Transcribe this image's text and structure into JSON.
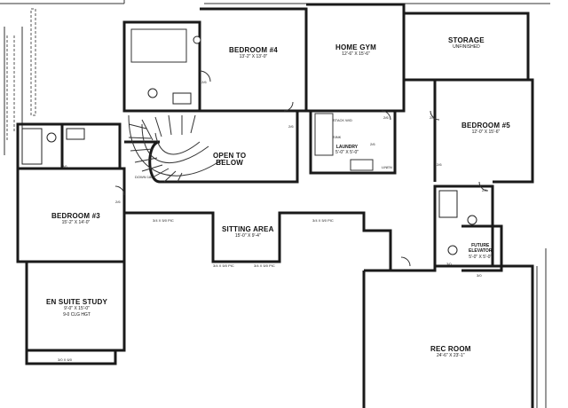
{
  "rooms": {
    "bedroom4": {
      "name": "BEDROOM #4",
      "dims": "13'-2\" X 13'-0\""
    },
    "home_gym": {
      "name": "HOME GYM",
      "dims": "12'-6\" X 15'-6\""
    },
    "storage": {
      "name": "STORAGE",
      "dims": "UNFINISHED"
    },
    "bedroom5": {
      "name": "BEDROOM #5",
      "dims": "12'-0\" X 15'-6\""
    },
    "open_below": {
      "name": "OPEN TO",
      "name2": "BELOW"
    },
    "bedroom3": {
      "name": "BEDROOM #3",
      "dims": "15'-2\" X 14'-0\""
    },
    "sitting_area": {
      "name": "SITTING AREA",
      "dims": "15'-0\" X 9'-4\""
    },
    "en_suite_study": {
      "name": "EN SUITE STUDY",
      "dims": "9'-0\" X 15'-0\"",
      "dims2": "9-0 CLG HGT"
    },
    "laundry": {
      "name": "LAUNDRY",
      "dims": "5'-0\" X 5'-0\""
    },
    "rec_room": {
      "name": "REC ROOM",
      "dims": "24'-6\" X 23'-1\""
    },
    "elevator": {
      "name": "FUTURE",
      "name2": "ELEVATOR",
      "dims": "5'-0\" X 5'-0\""
    }
  },
  "tags": {
    "t1": "2/6",
    "t2": "2/6",
    "t3": "2/6",
    "t4": "2/6",
    "t5": "2/6",
    "t6": "2/6",
    "t7": "2/6",
    "t8": "2/6",
    "t9": "3/0",
    "t10": "3/0",
    "down": "DOWN 18R",
    "linen": "LINEN",
    "stack_wd": "STACK W/D",
    "sink": "SINK",
    "l1": "2/6",
    "w1": "3/4 X 5/0 PIC",
    "w2": "3/4 X 5/0 PIC",
    "w3": "3/4 X 5/0 PIC",
    "w4": "3/4 X 5/0 PIC",
    "w5": "3/0 X 6/0"
  }
}
